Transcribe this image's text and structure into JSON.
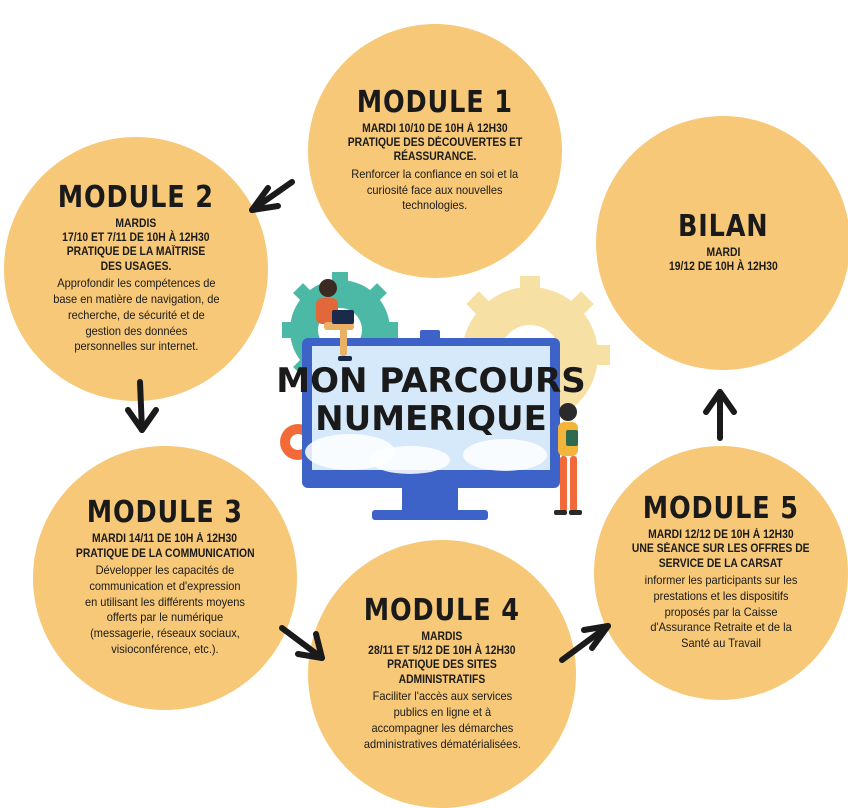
{
  "main_title": [
    "MON PARCOURS",
    "NUMERIQUE"
  ],
  "modules": {
    "m1": {
      "title": "MODULE 1",
      "schedule": [
        "MARDI 10/10 DE 10H À 12H30"
      ],
      "theme": [
        "PRATIQUE DES DÉCOUVERTES ET",
        "RÉASSURANCE."
      ],
      "description": [
        "Renforcer la confiance en soi et la",
        "curiosité face aux nouvelles",
        "technologies."
      ]
    },
    "m2": {
      "title": "MODULE 2",
      "schedule": [
        "MARDIS",
        "17/10 ET 7/11 DE 10H À 12H30"
      ],
      "theme": [
        "PRATIQUE DE LA MAÎTRISE",
        "DES USAGES."
      ],
      "description": [
        "Approfondir les compétences de",
        "base en matière de navigation, de",
        "recherche, de sécurité et de",
        "gestion des données",
        "personnelles sur internet."
      ]
    },
    "bilan": {
      "title": "BILAN",
      "schedule": [
        "MARDI",
        "19/12 DE 10H À 12H30"
      ],
      "theme": [],
      "description": []
    },
    "m3": {
      "title": "MODULE 3",
      "schedule": [
        "MARDI 14/11 DE 10H À 12H30"
      ],
      "theme": [
        "PRATIQUE DE LA COMMUNICATION"
      ],
      "description": [
        "Développer les capacités de",
        "communication et d'expression",
        "en utilisant les différents moyens",
        "offerts par le numérique",
        "(messagerie, réseaux sociaux,",
        "visioconférence, etc.)."
      ]
    },
    "m4": {
      "title": "MODULE 4",
      "schedule": [
        "MARDIS",
        "28/11 ET 5/12 DE 10H À 12H30"
      ],
      "theme": [
        "PRATIQUE DES SITES",
        "ADMINISTRATIFS"
      ],
      "description": [
        "Faciliter l'accès aux services",
        "publics en ligne et à",
        "accompagner les démarches",
        "administratives dématérialisées."
      ]
    },
    "m5": {
      "title": "MODULE 5",
      "schedule": [
        "MARDI 12/12 DE 10H À 12H30"
      ],
      "theme": [
        "UNE SÉANCE SUR LES OFFRES DE",
        "SERVICE DE LA CARSAT"
      ],
      "description": [
        "informer les participants sur les",
        "prestations et les dispositifs",
        "proposés par la Caisse",
        "d'Assurance Retraite et de la",
        "Santé au Travail"
      ]
    }
  },
  "colors": {
    "circle": "#f6c877",
    "text": "#1a1a1a",
    "monitor_frame": "#3d63c9",
    "screen": "#d6e9fb",
    "gear_teal": "#4cb9a7",
    "gear_yellow": "#f7e0a4",
    "gear_orange": "#f36a3a"
  }
}
